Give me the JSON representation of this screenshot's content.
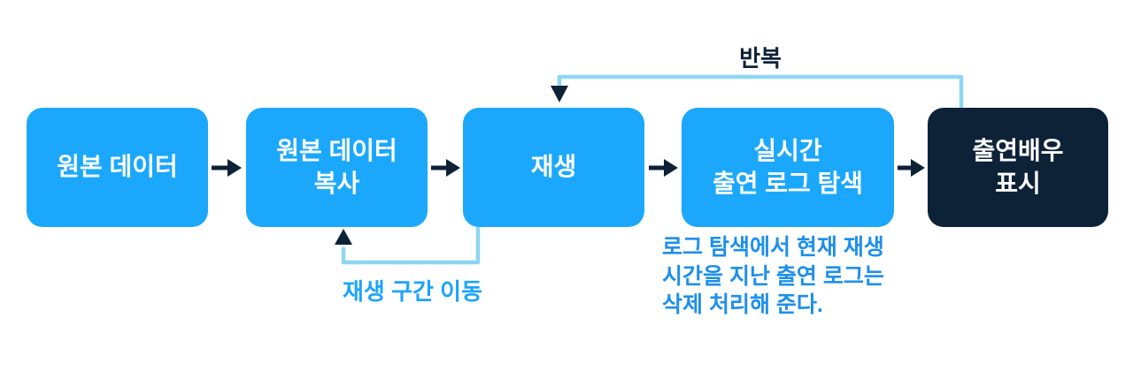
{
  "nodes": [
    {
      "id": "original-data",
      "text": "원본 데이터"
    },
    {
      "id": "original-data-copy",
      "text": "원본 데이터\n복사"
    },
    {
      "id": "playback",
      "text": "재생"
    },
    {
      "id": "realtime-log-search",
      "text": "실시간\n출연 로그 탐색"
    },
    {
      "id": "cast-display",
      "text": "출연배우\n표시"
    }
  ],
  "labels": {
    "repeat": "반복",
    "seek": "재생 구간 이동",
    "note": "로그 탐색에서 현재 재생\n시간을 지난 출연 로그는\n삭제 처리해 준다."
  },
  "edges": [
    {
      "from": "original-data",
      "to": "original-data-copy",
      "label": ""
    },
    {
      "from": "original-data-copy",
      "to": "playback",
      "label": ""
    },
    {
      "from": "playback",
      "to": "realtime-log-search",
      "label": ""
    },
    {
      "from": "realtime-log-search",
      "to": "cast-display",
      "label": ""
    },
    {
      "from": "cast-display",
      "to": "playback",
      "label": "반복"
    },
    {
      "from": "playback",
      "to": "original-data-copy",
      "label": "재생 구간 이동"
    }
  ],
  "colors": {
    "box_blue": "#1BA8FC",
    "box_navy": "#0D2237",
    "arrow_navy": "#0D2237",
    "loop_light_blue": "#8BD7F3",
    "seek_label_blue": "#1CA4FC",
    "note_blue": "#1E8FEA",
    "background": "#FFFFFF"
  }
}
